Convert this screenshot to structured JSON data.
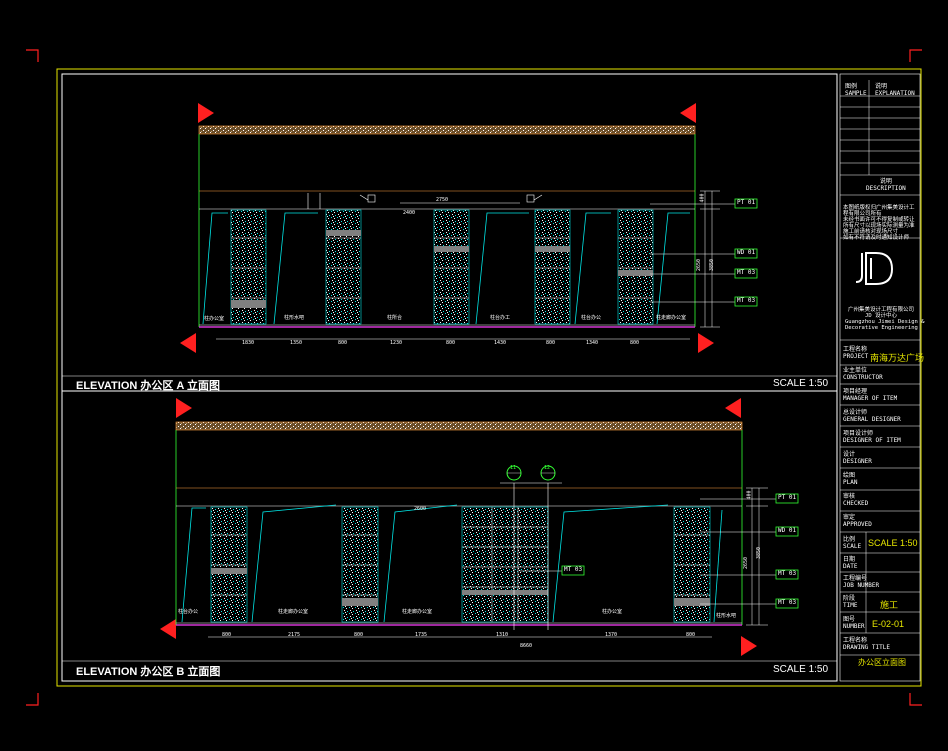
{
  "drawing_a": {
    "title": "ELEVATION 办公区 A 立面图",
    "scale": "SCALE 1:50",
    "materials": [
      "PT 01",
      "WD 01",
      "MT 03",
      "MT 03"
    ],
    "bottom_dims": [
      "1830",
      "1350",
      "800",
      "1230",
      "800",
      "1430",
      "800",
      "1340",
      "800"
    ],
    "room_notes": [
      "柱办公室",
      "柱形水吧",
      "柱所合",
      "柱台办工",
      "柱台办公",
      "柱走廊办公室"
    ],
    "ceiling_note_1": "2400",
    "ceiling_note_2": "2750",
    "height_dims": [
      "400",
      "2650",
      "3850"
    ]
  },
  "drawing_b": {
    "title": "ELEVATION 办公区 B 立面图",
    "scale": "SCALE 1:50",
    "materials": [
      "PT 01",
      "WD 01",
      "MT 03",
      "MT 03",
      "MT 03"
    ],
    "bottom_dims": [
      "800",
      "2175",
      "800",
      "1735",
      "1310",
      "1370",
      "800"
    ],
    "room_notes": [
      "柱台办公",
      "柱走廊办公室",
      "柱走廊办公室",
      "柱办公室",
      "柱形水吧"
    ],
    "callouts": [
      "11",
      "12"
    ],
    "ceiling_note": "2600",
    "height_dims": [
      "400",
      "2650",
      "3850"
    ],
    "bottom_note": "8660"
  },
  "title_block": {
    "legend_header_1": "图例",
    "legend_header_1b": "SAMPLE",
    "legend_header_2": "说明",
    "legend_header_2b": "EXPLANATION",
    "legend_footer": "说明",
    "legend_footer_b": "DESCRIPTION",
    "notes_lines": [
      "本图纸版权归广州集美设计工程有限公司所有",
      "未经书面许可不得复制或转让",
      "所有尺寸以现场实际测量为准",
      "施工前请核对现场尺寸",
      "如有不符请及时通知设计师"
    ],
    "company_cn": "广州集美设计工程有限公司",
    "company_cn_2": "JD 设计中心",
    "company_en": "Guangzhou Jimei Design &",
    "company_en_2": "Decorative Engineering",
    "project_key": "工程名称",
    "project_key_en": "PROJECT",
    "project_value": "南海万达广场",
    "rows": [
      {
        "key": "业主单位",
        "key_en": "CONSTRUCTOR",
        "value": ""
      },
      {
        "key": "项目经理",
        "key_en": "MANAGER OF ITEM",
        "value": ""
      },
      {
        "key": "总设计师",
        "key_en": "GENERAL DESIGNER",
        "value": ""
      },
      {
        "key": "项目设计师",
        "key_en": "DESIGNER OF ITEM",
        "value": ""
      },
      {
        "key": "设计",
        "key_en": "DESIGNER",
        "value": ""
      },
      {
        "key": "绘图",
        "key_en": "PLAN",
        "value": ""
      },
      {
        "key": "审核",
        "key_en": "CHECKED",
        "value": ""
      },
      {
        "key": "审定",
        "key_en": "APPROVED",
        "value": ""
      },
      {
        "key": "比例",
        "key_en": "SCALE",
        "value": "SCALE 1:50"
      },
      {
        "key": "日期",
        "key_en": "DATE",
        "value": ""
      },
      {
        "key": "工程编号",
        "key_en": "JOB NUMBER",
        "value": ""
      },
      {
        "key": "阶段",
        "key_en": "TIME",
        "value": "施工"
      },
      {
        "key": "图号",
        "key_en": "NUMBER",
        "value": "E-02-01"
      },
      {
        "key": "工程名称",
        "key_en": "DRAWING TITLE",
        "value": ""
      }
    ],
    "drawing_title": "办公区立面图",
    "logo_text": "JD"
  },
  "colors": {
    "background": "#000000",
    "frame": "#e6e600",
    "line": "#ffffff",
    "green": "#33ff33",
    "cyan": "#00e5e5",
    "red": "#ff2020",
    "magenta": "#ff40ff",
    "orange": "#ffa040"
  }
}
